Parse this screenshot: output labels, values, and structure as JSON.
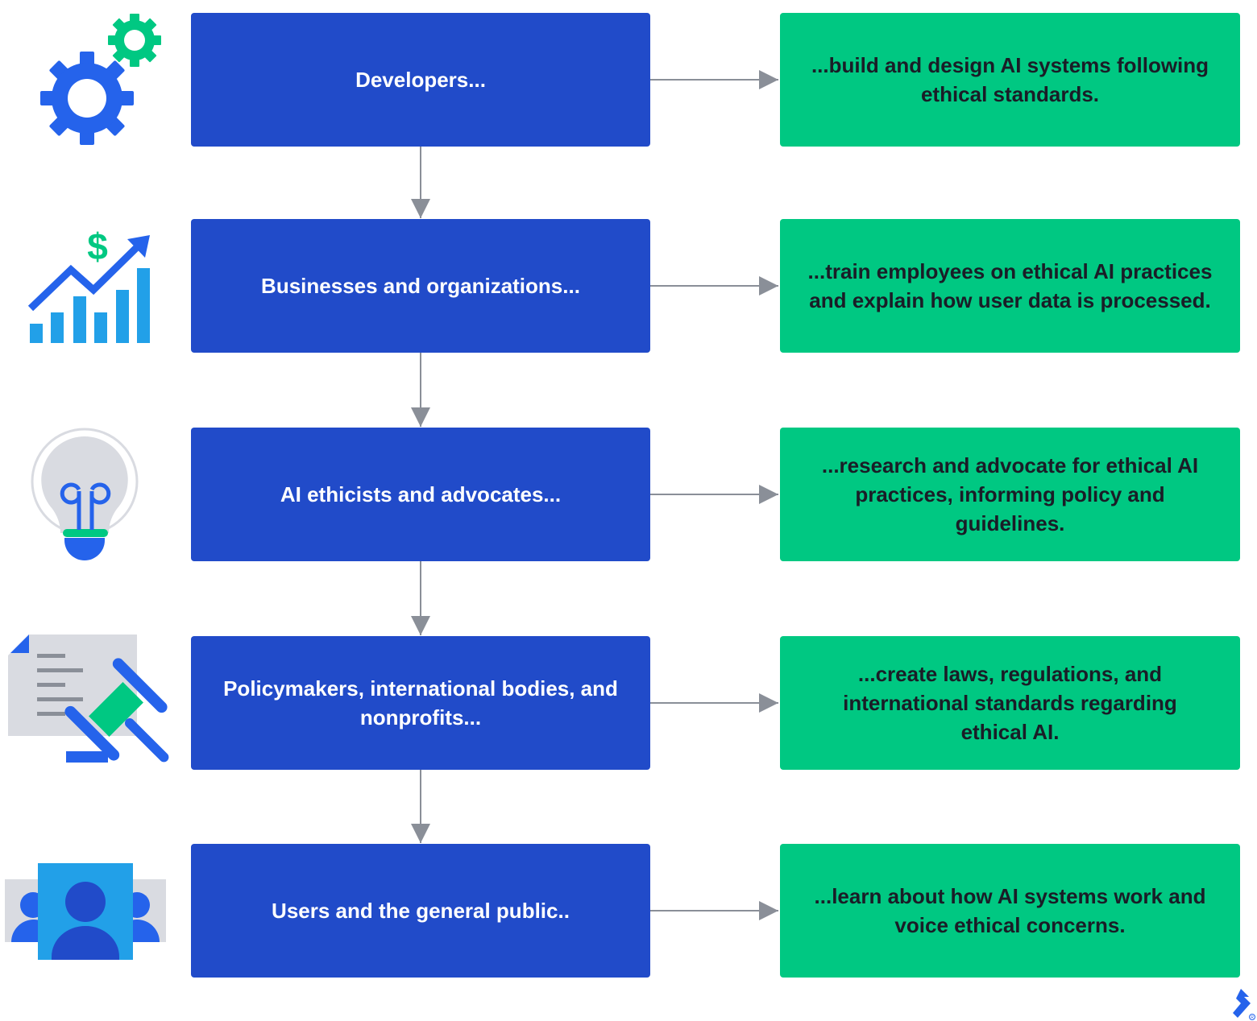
{
  "rows": [
    {
      "actor": "Developers...",
      "action": "...build and design AI systems following ethical standards.",
      "icon": "gears-icon"
    },
    {
      "actor": "Businesses and organizations...",
      "action": "...train employees on ethical AI practices and explain how user data is processed.",
      "icon": "growth-chart-icon"
    },
    {
      "actor": "AI ethicists and advocates...",
      "action": "...research and advocate for ethical AI practices, informing policy and guidelines.",
      "icon": "lightbulb-icon"
    },
    {
      "actor": "Policymakers, international bodies, and nonprofits...",
      "action": "...create laws, regulations, and international standards regarding ethical AI.",
      "icon": "gavel-document-icon"
    },
    {
      "actor": "Users and the general public..",
      "action": "...learn about how AI systems work and voice ethical concerns.",
      "icon": "users-icon"
    }
  ],
  "colors": {
    "actor_box": "#214bc9",
    "action_box": "#00c882",
    "connector": "#8a8f98",
    "icon_blue": "#2563eb",
    "icon_light_blue": "#22a0e8",
    "icon_green": "#00c882",
    "icon_gray": "#d9dbe1"
  },
  "branding": {
    "logo_icon": "toptal-logo-icon"
  }
}
